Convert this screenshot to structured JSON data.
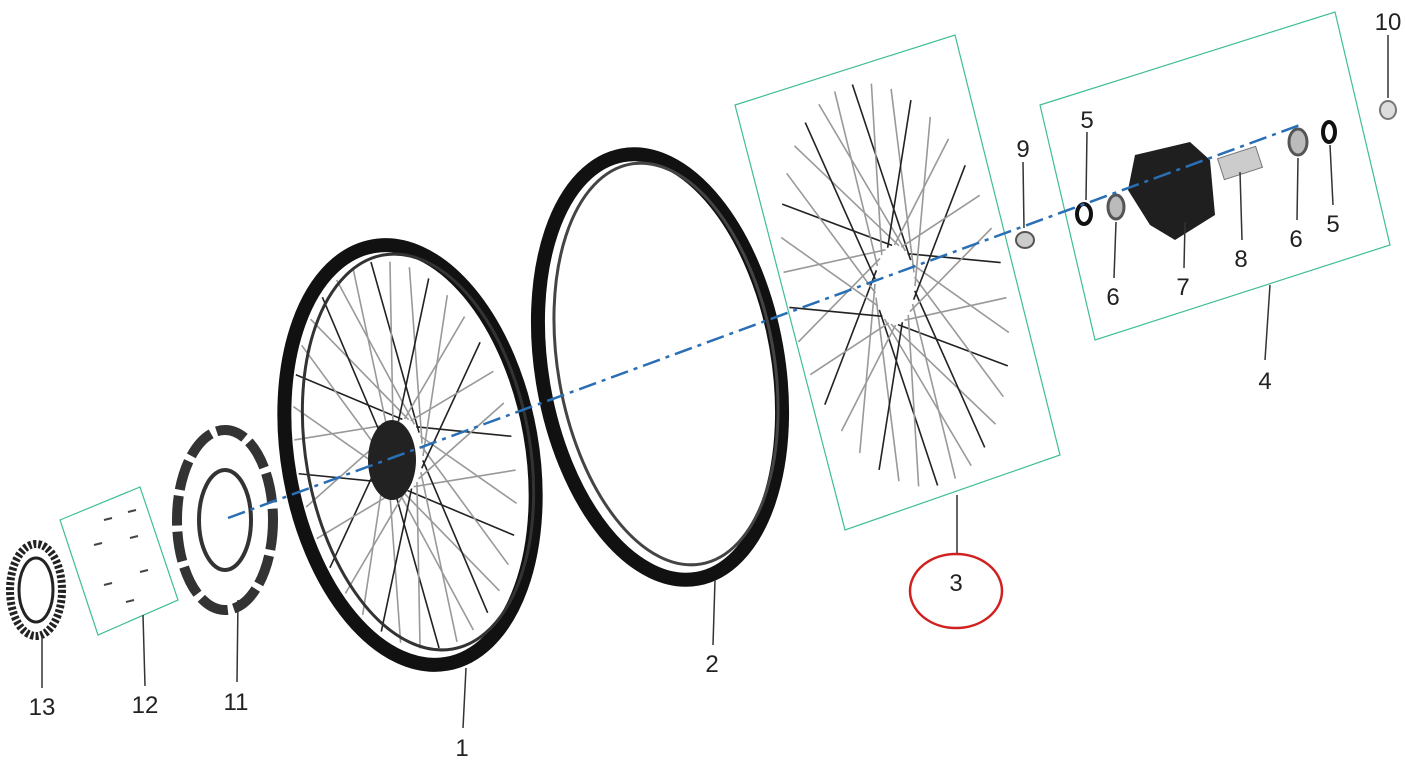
{
  "diagram": {
    "title_hidden": null,
    "callouts": {
      "c1": "1",
      "c2": "2",
      "c3": "3",
      "c4": "4",
      "c5a": "5",
      "c5b": "5",
      "c6a": "6",
      "c6b": "6",
      "c7": "7",
      "c8": "8",
      "c9": "9",
      "c10": "10",
      "c11": "11",
      "c12": "12",
      "c13": "13"
    },
    "highlighted_callout": "3",
    "colors": {
      "box": "#3fbf8f",
      "axis": "#2a6fb5",
      "highlight": "#d02020",
      "part": "#1a1a1a"
    }
  }
}
